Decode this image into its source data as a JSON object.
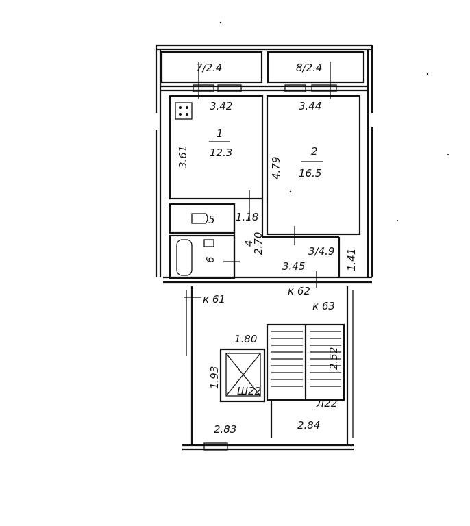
{
  "plan": {
    "balconies": [
      {
        "number": "7",
        "area": "2.4"
      },
      {
        "number": "8",
        "area": "2.4"
      }
    ],
    "rooms": [
      {
        "number": "1",
        "area": "12.3",
        "width": "3.42",
        "depth": "3.61"
      },
      {
        "number": "2",
        "area": "16.5",
        "width": "3.44",
        "depth": "4.79"
      },
      {
        "number": "3",
        "area": "4.9",
        "width": "3.45",
        "depth": "1.41"
      },
      {
        "number": "4",
        "depth": "2.70",
        "width": "1.18"
      },
      {
        "number": "5"
      },
      {
        "number": "6"
      }
    ],
    "landing": {
      "units": [
        "к 61",
        "к 62",
        "к 63"
      ],
      "elevator_width": "1.80",
      "elevator_depth": "1.93",
      "shaft_label": "Ш22",
      "stair_width": "2.52",
      "stair_label": "Л22",
      "hall_width_left": "2.83",
      "hall_width_right": "2.84"
    }
  }
}
